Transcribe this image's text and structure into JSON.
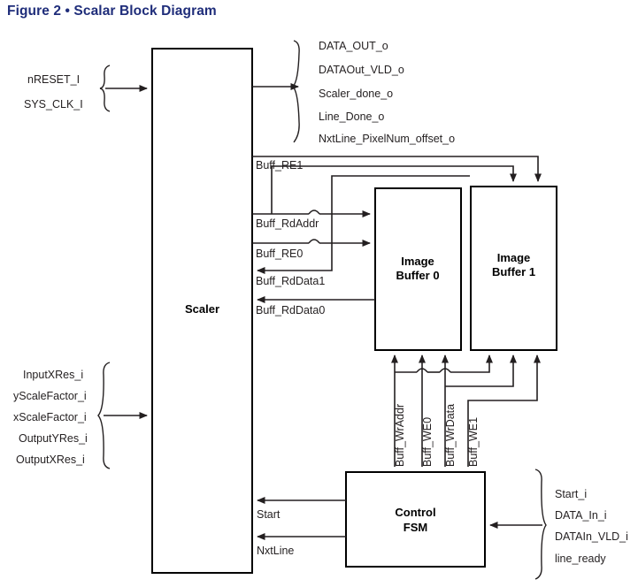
{
  "figure": {
    "title": "Figure 2 • Scalar Block Diagram",
    "title_color": "#1f2d7a"
  },
  "blocks": {
    "scaler": {
      "label": "Scaler"
    },
    "image_buffer_0": {
      "label_line1": "Image",
      "label_line2": "Buffer 0"
    },
    "image_buffer_1": {
      "label_line1": "Image",
      "label_line2": "Buffer 1"
    },
    "control_fsm": {
      "label_line1": "Control",
      "label_line2": "FSM"
    }
  },
  "clock_inputs": {
    "items": [
      {
        "label": "nRESET_I"
      },
      {
        "label": "SYS_CLK_I"
      }
    ]
  },
  "config_inputs": {
    "items": [
      {
        "label": "InputXRes_i"
      },
      {
        "label": "yScaleFactor_i"
      },
      {
        "label": "xScaleFactor_i"
      },
      {
        "label": "OutputYRes_i"
      },
      {
        "label": "OutputXRes_i"
      }
    ]
  },
  "scaler_outputs": {
    "items": [
      {
        "label": "DATA_OUT_o"
      },
      {
        "label": "DATAOut_VLD_o"
      },
      {
        "label": "Scaler_done_o"
      },
      {
        "label": "Line_Done_o"
      },
      {
        "label": "NxtLine_PixelNum_offset_o"
      }
    ]
  },
  "fsm_inputs": {
    "items": [
      {
        "label": "Start_i"
      },
      {
        "label": "DATA_In_i"
      },
      {
        "label": "DATAIn_VLD_i"
      },
      {
        "label": "line_ready"
      }
    ]
  },
  "buffer_signals": {
    "items": [
      {
        "label": "Buff_RE1"
      },
      {
        "label": "Buff_RdAddr"
      },
      {
        "label": "Buff_RE0"
      },
      {
        "label": "Buff_RdData1"
      },
      {
        "label": "Buff_RdData0"
      }
    ]
  },
  "write_signals": {
    "items": [
      {
        "label": "Buff_WrAddr"
      },
      {
        "label": "Buff_WE0"
      },
      {
        "label": "Buff_WrData"
      },
      {
        "label": "Buff_WE1"
      }
    ]
  },
  "fsm_to_scaler": {
    "items": [
      {
        "label": "Start"
      },
      {
        "label": "NxtLine"
      }
    ]
  }
}
